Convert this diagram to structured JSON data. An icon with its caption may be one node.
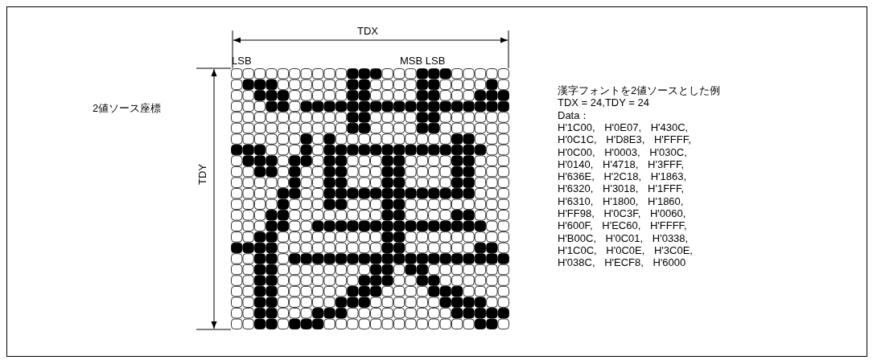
{
  "diagram": {
    "labels": [
      "TDX",
      "LSB",
      "MSB LSB",
      "TDY",
      "2値ソース座標",
      "漢字フォントを2値ソースとした例",
      "TDX = 24,TDY = 24",
      "Data：",
      "H'1C00, H'0E07, H'430C,",
      "H'0C1C, H'D8E3, H'FFFF,",
      "H'0C00, H'0003, H'030C,",
      "H'0140, H'4718, H'3FFF,",
      "H'636E, H'2C18, H'1863,",
      "H'6320, H'3018, H'1FFF,",
      "H'6310, H'1800, H'1860,",
      "H'FF98, H'0C3F, H'0060,",
      "H'600F, H'EC60, H'FFFF,",
      "H'B00C, H'0C01, H'0338,",
      "H'1C0C, H'0C0E, H'3C0E,",
      "H'038C, H'ECF8, H'6000"
    ]
  }
}
